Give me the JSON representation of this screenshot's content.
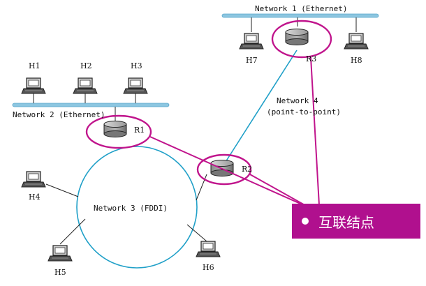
{
  "networks": {
    "n1": "Network 1 (Ethernet)",
    "n2": "Network 2 (Ethernet)",
    "n3": "Network 3 (FDDI)",
    "n4_line1": "Network 4",
    "n4_line2": "(point-to-point)"
  },
  "hosts": {
    "h1": "H1",
    "h2": "H2",
    "h3": "H3",
    "h4": "H4",
    "h5": "H5",
    "h6": "H6",
    "h7": "H7",
    "h8": "H8"
  },
  "routers": {
    "r1": "R1",
    "r2": "R2",
    "r3": "R3"
  },
  "callout": {
    "text": "互联结点"
  },
  "colors": {
    "ethernet": "#8cc6e0",
    "ring": "#20a0c8",
    "highlight": "#c0148c",
    "callout_bg": "#b0108e"
  }
}
